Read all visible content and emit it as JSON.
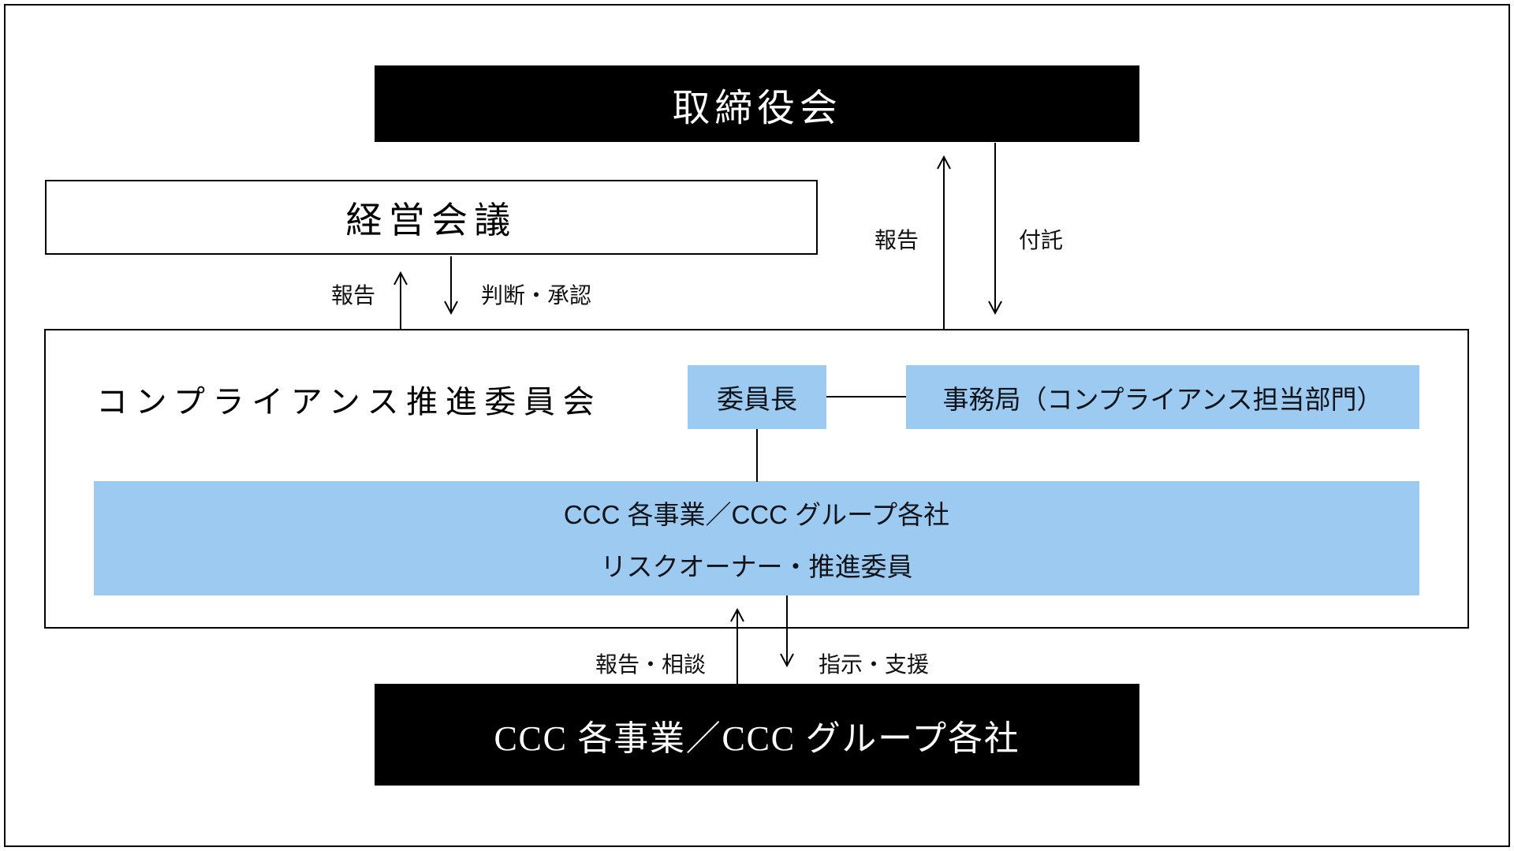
{
  "colors": {
    "header_box": "#000000",
    "sub_box_blue": "#9CCAF1",
    "border": "#000000"
  },
  "nodes": {
    "board": "取締役会",
    "management": "経営会議",
    "committee": "コンプライアンス推進委員会",
    "chairperson": "委員長",
    "secretariat": "事務局（コンプライアンス担当部門）",
    "members_line1": "CCC 各事業／CCC グループ各社",
    "members_line2": "リスクオーナー・推進委員",
    "group_companies": "CCC 各事業／CCC グループ各社"
  },
  "edges": {
    "report_to_management": "報告",
    "decision_approval": "判断・承認",
    "report_to_board": "報告",
    "delegation": "付託",
    "report_consult": "報告・相談",
    "instruct_support": "指示・支援"
  }
}
